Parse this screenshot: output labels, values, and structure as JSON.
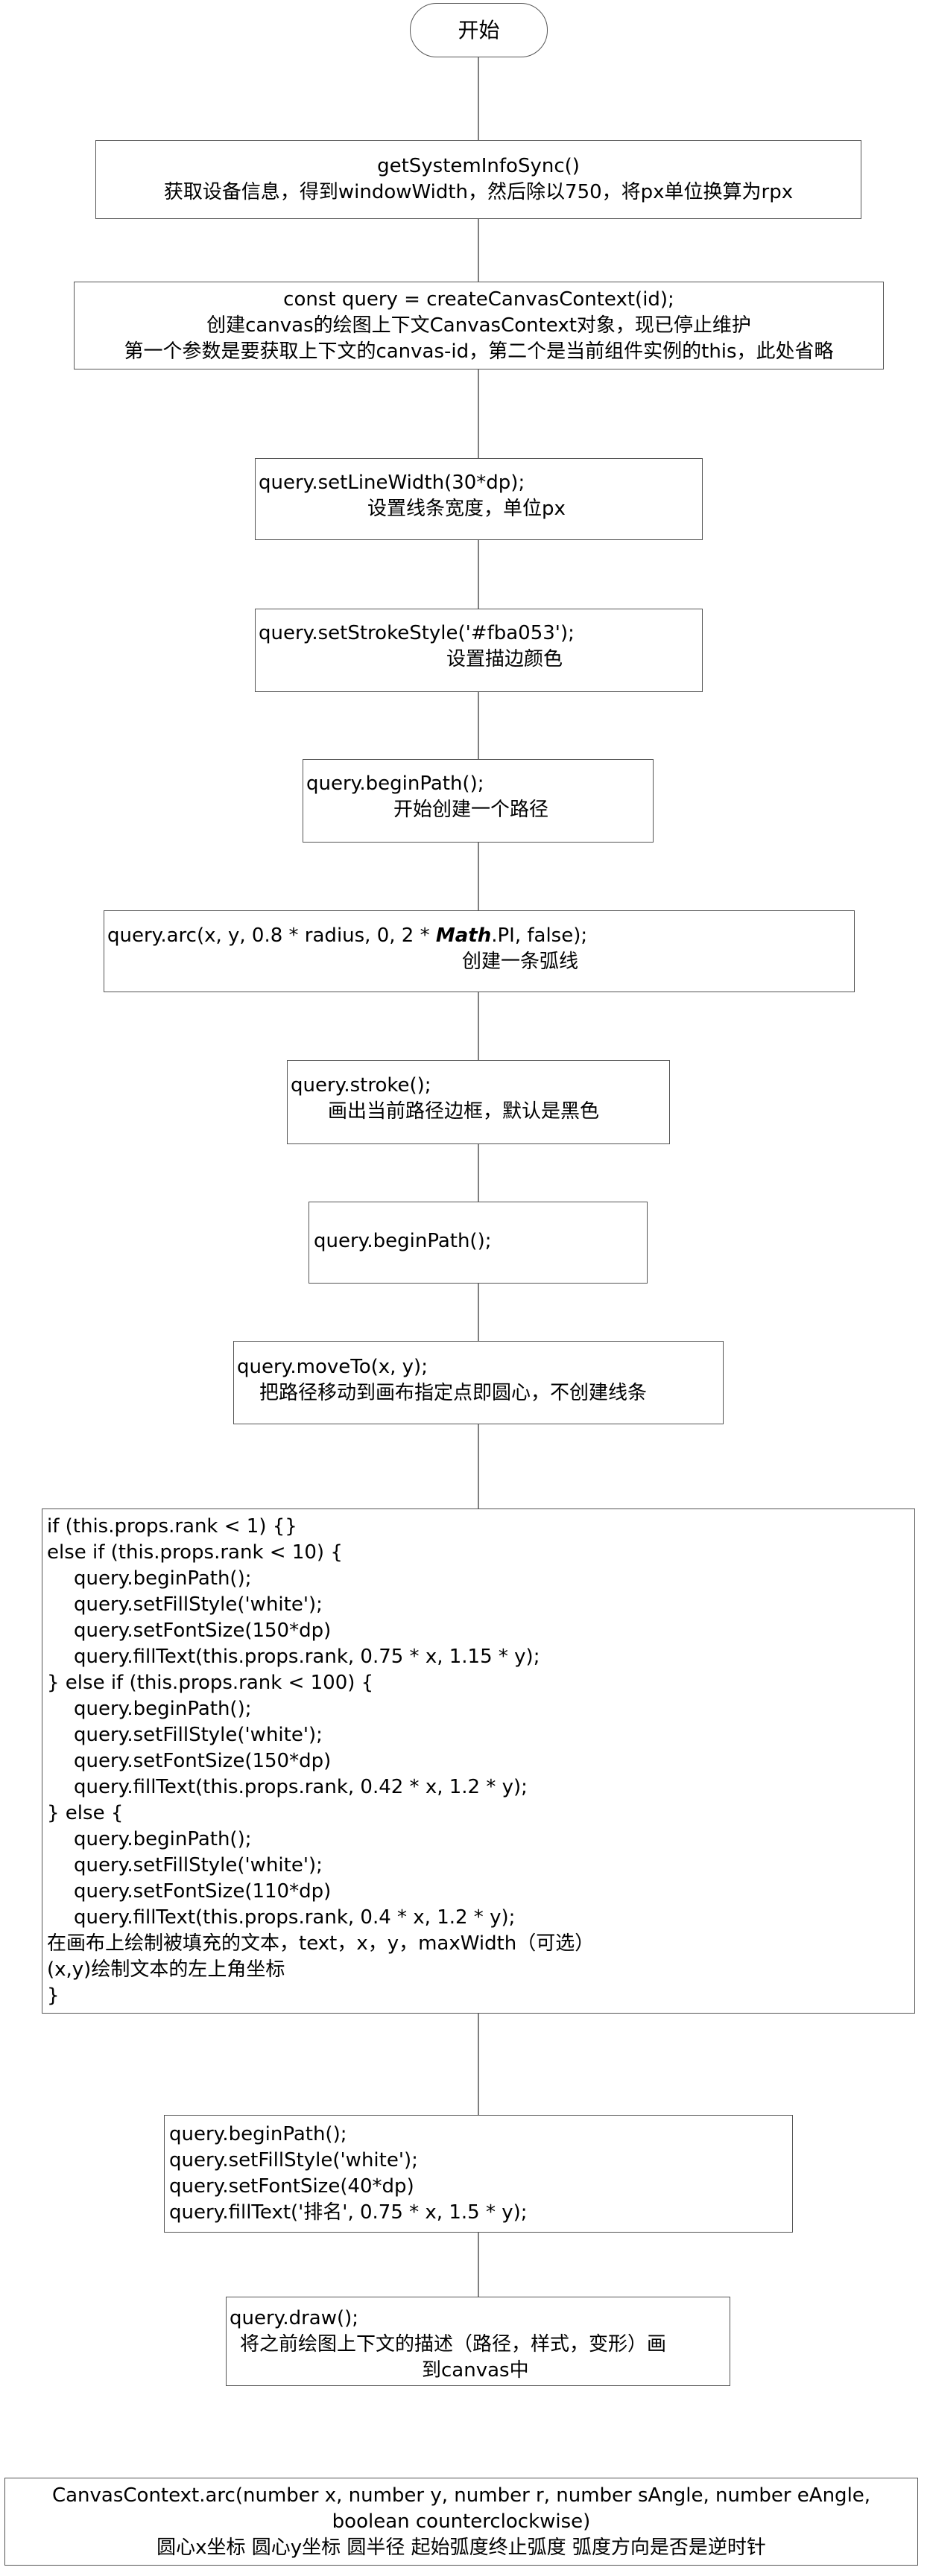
{
  "flowchart": {
    "start": "开始",
    "n1": [
      "getSystemInfoSync()",
      "获取设备信息，得到windowWidth，然后除以750，将px单位换算为rpx"
    ],
    "n2": [
      "const query = createCanvasContext(id);",
      "创建canvas的绘图上下文CanvasContext对象，现已停止维护",
      "第一个参数是要获取上下文的canvas-id，第二个是当前组件实例的this，此处省略"
    ],
    "n3": [
      "query.setLineWidth(30*dp);",
      "设置线条宽度，单位px"
    ],
    "n4": [
      "query.setStrokeStyle('#fba053');",
      "设置描边颜色"
    ],
    "n5": [
      "query.beginPath();",
      "开始创建一个路径"
    ],
    "n6": {
      "code_pre": "query.arc(x, y, 0.8 * radius, 0, 2 * ",
      "code_math": "Math",
      "code_post": ".PI, false);",
      "desc": "创建一条弧线"
    },
    "n7": [
      "query.stroke();",
      "画出当前路径边框，默认是黑色"
    ],
    "n8": [
      "query.beginPath();"
    ],
    "n9": [
      "query.moveTo(x, y);",
      "把路径移动到画布指定点即圆心，不创建线条"
    ],
    "n10": [
      "if (this.props.rank < 1) {}",
      "else if (this.props.rank < 10) {",
      "query.beginPath();",
      "query.setFillStyle('white');",
      "query.setFontSize(150*dp)",
      "query.fillText(this.props.rank, 0.75 * x, 1.15 * y);",
      "} else if (this.props.rank < 100) {",
      "query.beginPath();",
      "query.setFillStyle('white');",
      "query.setFontSize(150*dp)",
      "query.fillText(this.props.rank, 0.42 * x, 1.2 * y);",
      "} else {",
      "query.beginPath();",
      "query.setFillStyle('white');",
      "query.setFontSize(110*dp)",
      "query.fillText(this.props.rank, 0.4 * x, 1.2 * y);",
      "在画布上绘制被填充的文本，text，x，y，maxWidth（可选）",
      "(x,y)绘制文本的左上角坐标",
      "}"
    ],
    "n11": [
      "query.beginPath();",
      "query.setFillStyle('white');",
      "query.setFontSize(40*dp)",
      "query.fillText('排名', 0.75 * x, 1.5 * y);"
    ],
    "n12": [
      "query.draw();",
      "将之前绘图上下文的描述（路径，样式，变形）画",
      "到canvas中"
    ],
    "note": [
      "CanvasContext.arc(number x, number y, number r, number sAngle, number eAngle,",
      "boolean counterclockwise)",
      "圆心x坐标 圆心y坐标 圆半径 起始弧度终止弧度 弧度方向是否是逆时针"
    ]
  }
}
